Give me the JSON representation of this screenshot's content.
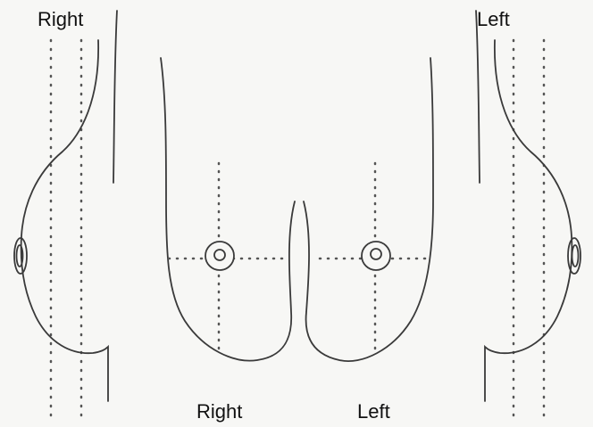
{
  "labels": {
    "top_right": "Right",
    "top_left": "Left",
    "bottom_right": "Right",
    "bottom_left": "Left"
  },
  "colors": {
    "line": "#3a3a3a",
    "dots": "#555555",
    "background": "#f7f7f5",
    "text": "#111111"
  }
}
